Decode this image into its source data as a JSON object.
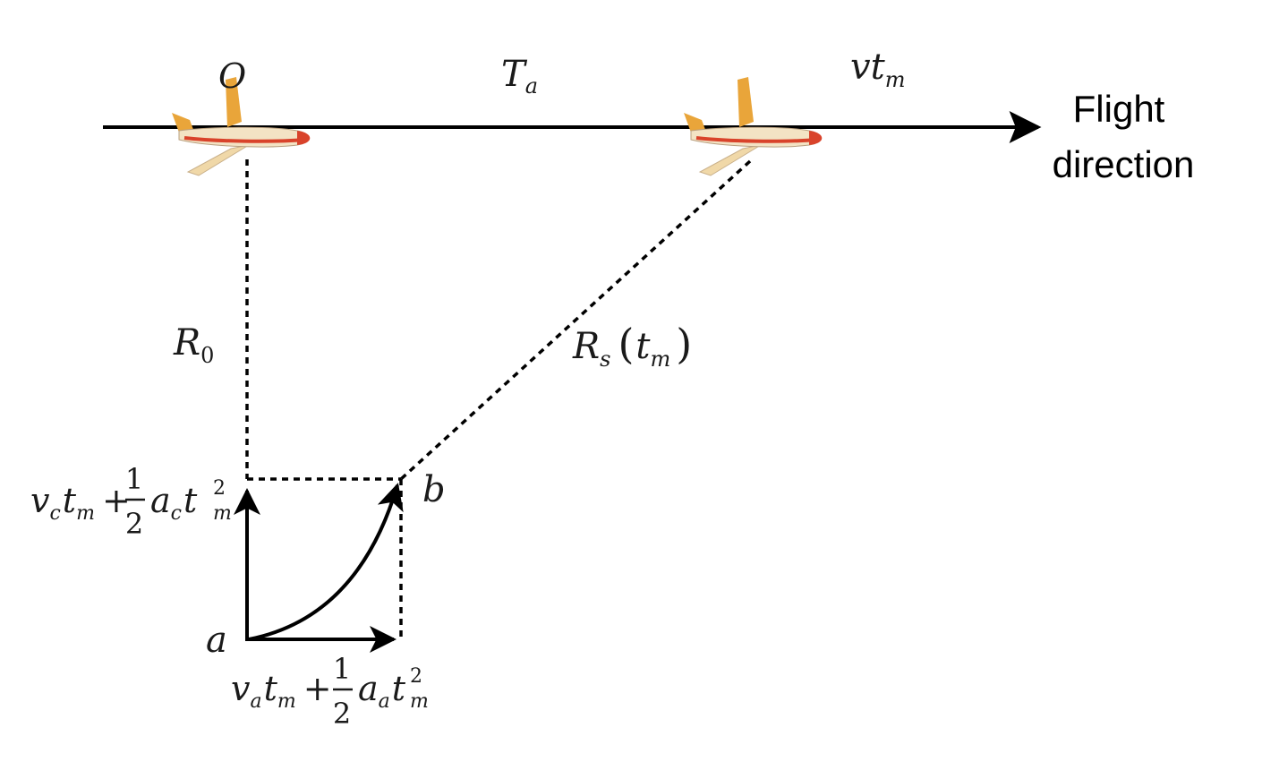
{
  "labels": {
    "origin": "O",
    "aperture_time": "T",
    "aperture_time_sub": "a",
    "path_v": "v",
    "path_t": "t",
    "path_sub": "m",
    "flight_line1": "Flight",
    "flight_line2": "direction",
    "range0": "R",
    "range0_sub": "0",
    "range_s": "R",
    "range_s_sub": "s",
    "range_s_paren_open": "(",
    "range_s_t": "t",
    "range_s_t_sub": "m",
    "range_s_paren_close": ")",
    "point_a": "a",
    "point_b": "b",
    "cross": {
      "v": "v",
      "v_sub": "c",
      "t": "t",
      "t_sub": "m",
      "plus": "+",
      "num": "1",
      "den": "2",
      "acc": "a",
      "acc_sub": "c",
      "t2": "t",
      "t2_sup": "2",
      "t2_sub": "m"
    },
    "along": {
      "v": "v",
      "v_sub": "a",
      "t": "t",
      "t_sub": "m",
      "plus": "+",
      "num": "1",
      "den": "2",
      "acc": "a",
      "acc_sub": "a",
      "t2": "t",
      "t2_sup": "2",
      "t2_sub": "m"
    }
  },
  "colors": {
    "plane_body": "#f3e3c4",
    "plane_tail": "#e9a53a",
    "plane_stripe": "#d9432b",
    "line": "#000000"
  },
  "icons": [
    "airplane-icon",
    "airplane-icon"
  ]
}
